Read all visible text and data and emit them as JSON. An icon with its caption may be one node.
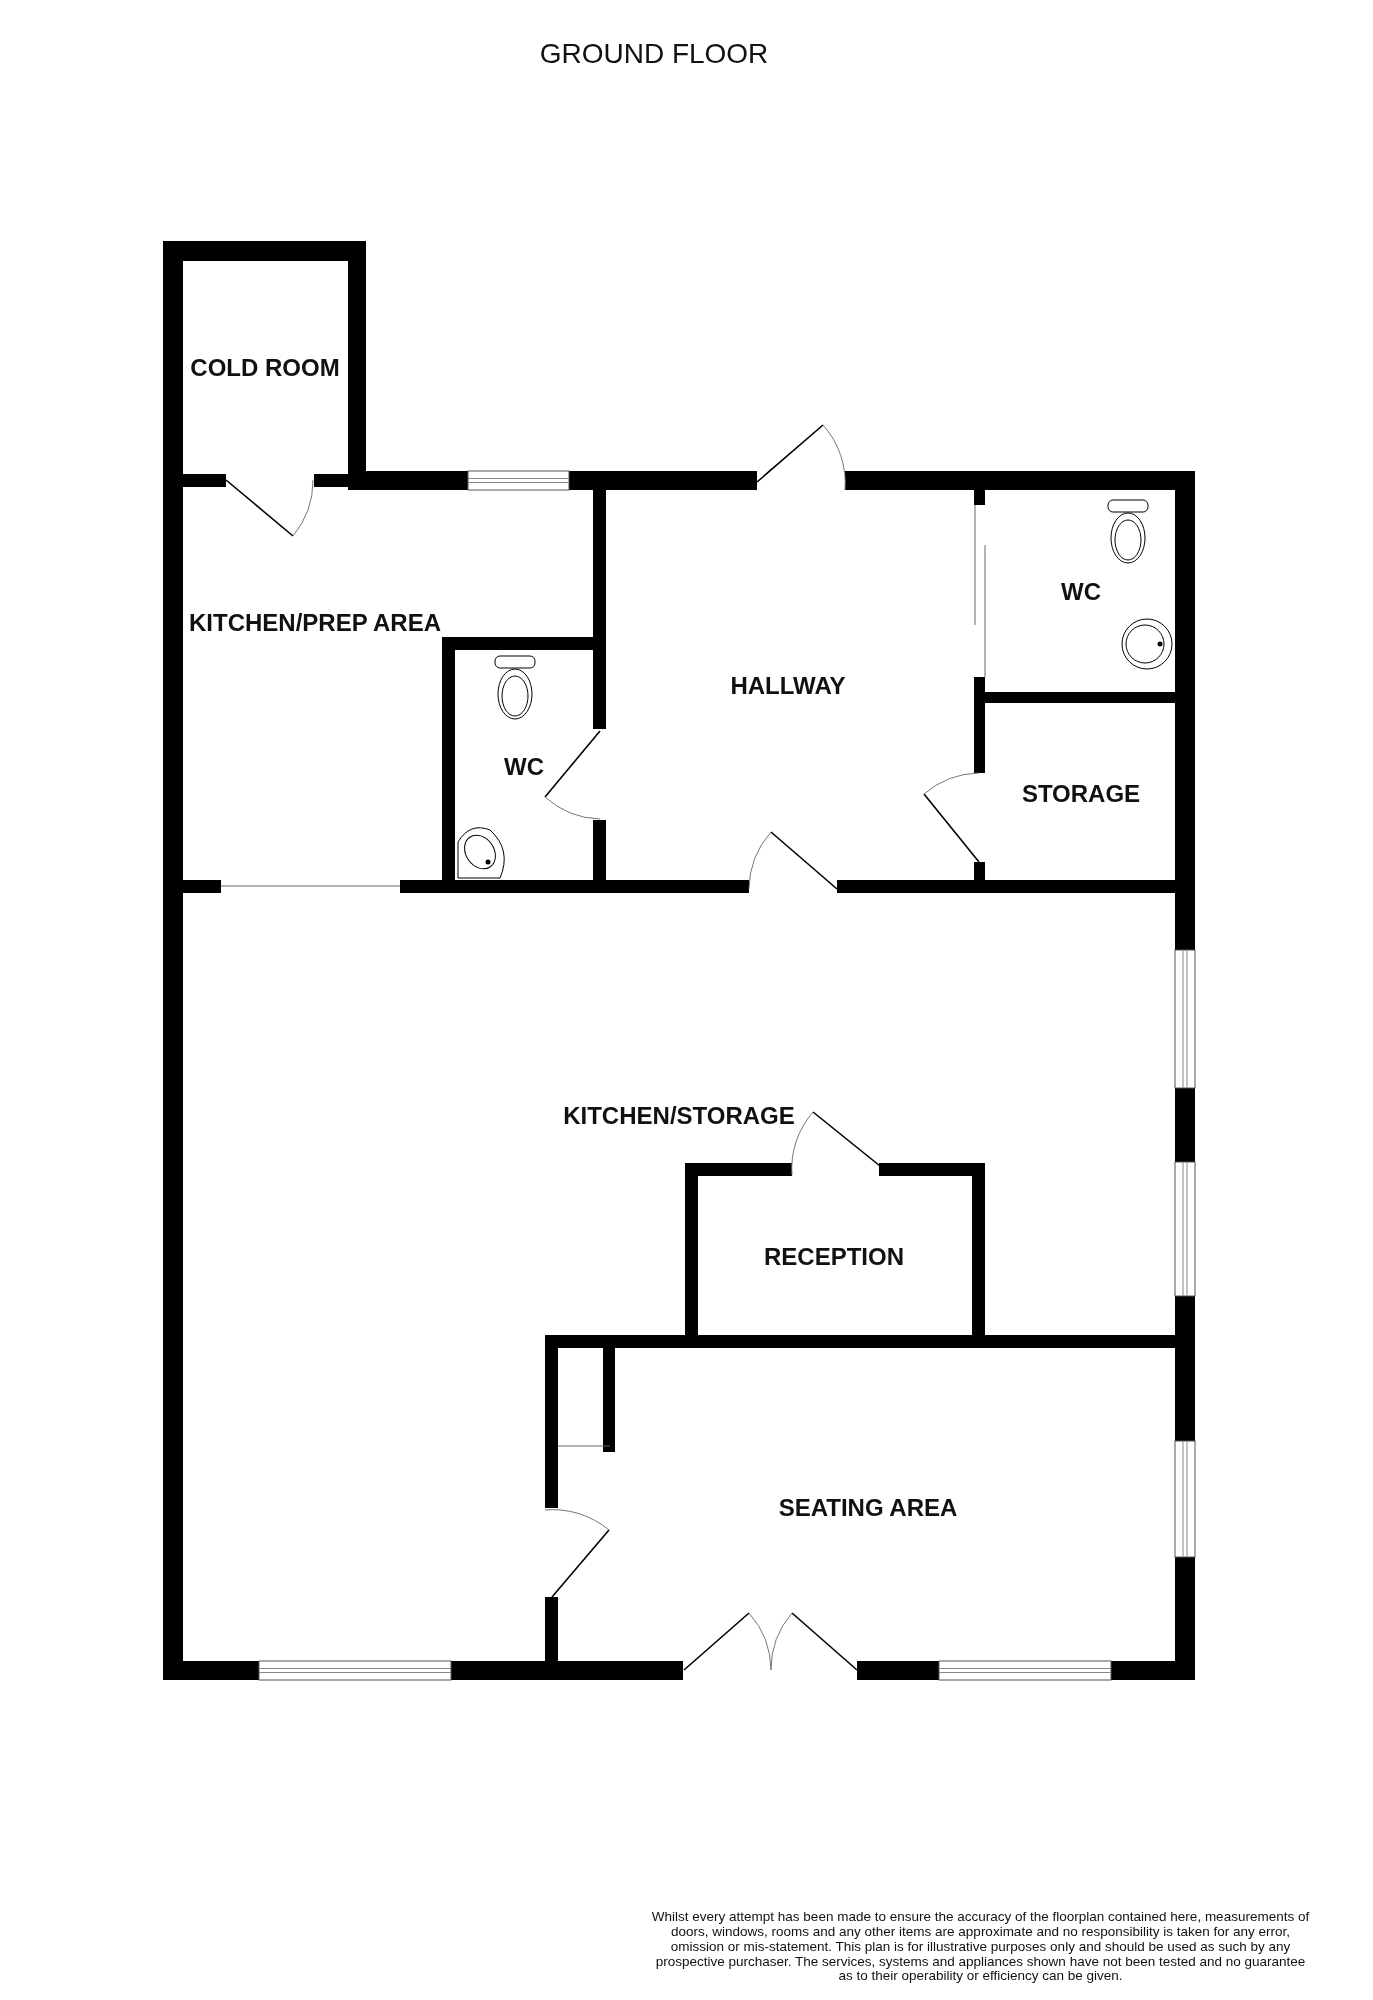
{
  "diagram": {
    "title": "GROUND FLOOR",
    "nodes": [
      {
        "text": [
          "COLD ROOM"
        ]
      },
      {
        "text": [
          "KITCHEN/PREP AREA"
        ]
      },
      {
        "text": [
          "WC"
        ]
      },
      {
        "text": [
          "HALLWAY"
        ]
      },
      {
        "text": [
          "WC"
        ]
      },
      {
        "text": [
          "STORAGE"
        ]
      },
      {
        "text": [
          "KITCHEN/STORAGE"
        ]
      },
      {
        "text": [
          "RECEPTION"
        ]
      },
      {
        "text": [
          "SEATING AREA"
        ]
      }
    ],
    "labels": [
      "Whilst every attempt has been made to ensure the accuracy of the floorplan contained here, measurements of doors, windows, rooms and any other items are approximate and no responsibility is taken for any error, omission or mis-statement. This plan is for illustrative purposes only and should be used as such by any prospective purchaser. The services, systems and appliances shown have not been tested and no guarantee as to their operability or efficiency can be given."
    ]
  }
}
